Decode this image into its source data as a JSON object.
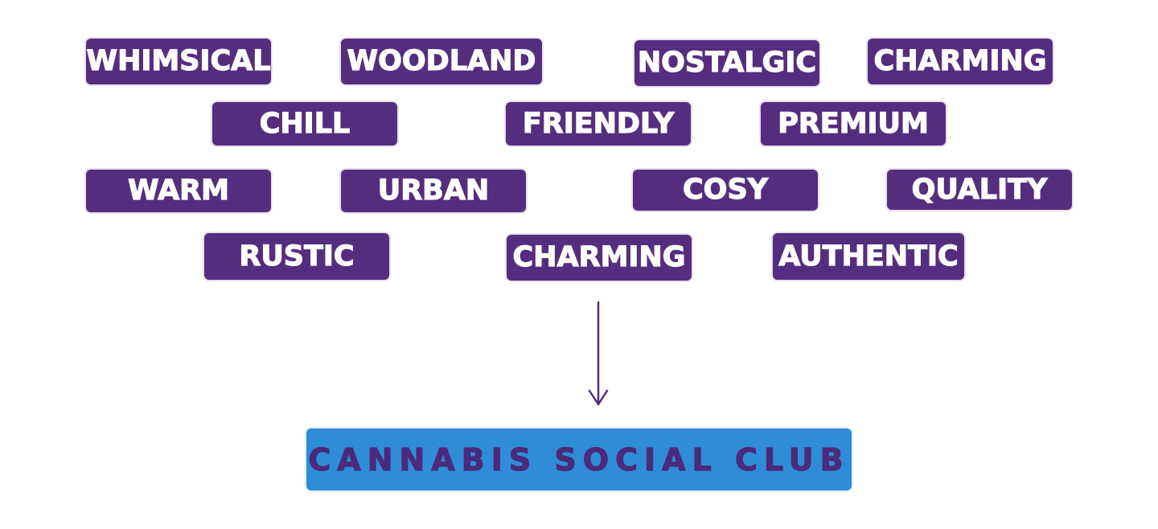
{
  "tags": [
    {
      "id": "whimsical",
      "label": "WHIMSICAL"
    },
    {
      "id": "woodland",
      "label": "WOODLAND"
    },
    {
      "id": "nostalgic",
      "label": "NOSTALGIC"
    },
    {
      "id": "charming-1",
      "label": "CHARMING"
    },
    {
      "id": "chill",
      "label": "CHILL"
    },
    {
      "id": "friendly",
      "label": "FRIENDLY"
    },
    {
      "id": "premium",
      "label": "PREMIUM"
    },
    {
      "id": "warm",
      "label": "WARM"
    },
    {
      "id": "urban",
      "label": "URBAN"
    },
    {
      "id": "cosy",
      "label": "COSY"
    },
    {
      "id": "quality",
      "label": "QUALITY"
    },
    {
      "id": "rustic",
      "label": "RUSTIC"
    },
    {
      "id": "charming-2",
      "label": "CHARMING"
    },
    {
      "id": "authentic",
      "label": "AUTHENTIC"
    }
  ],
  "result": {
    "label": "CANNABIS SOCIAL CLUB"
  },
  "colors": {
    "tag_background": "#552d7e",
    "tag_text": "#ffffff",
    "arrow": "#552d7e",
    "result_background": "#2f8dd8",
    "result_text": "#4a2a7a"
  }
}
